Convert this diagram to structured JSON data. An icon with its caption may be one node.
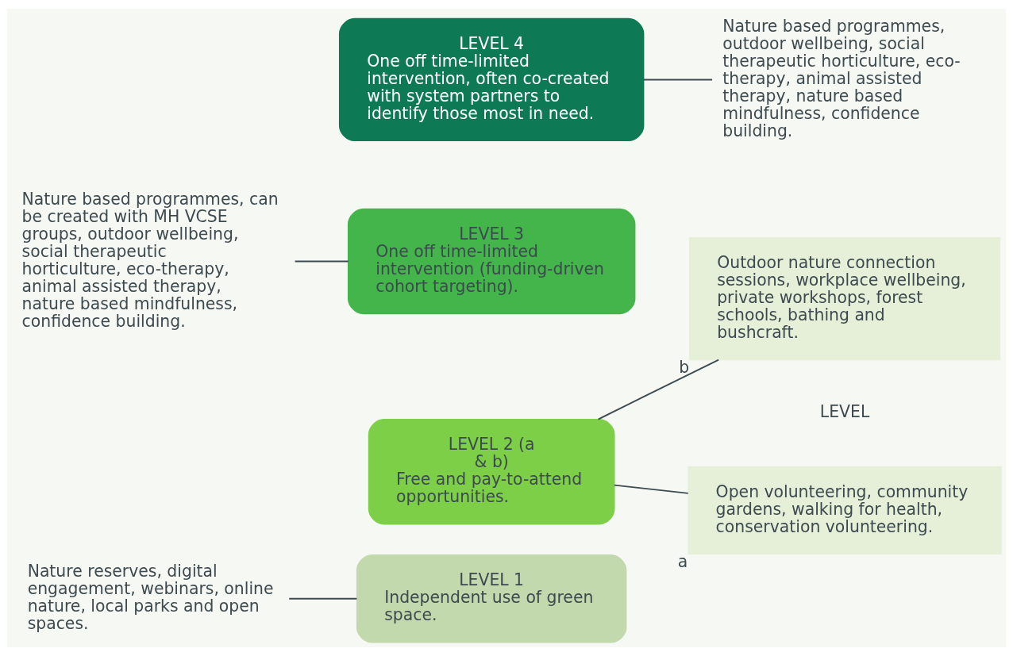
{
  "diagram": {
    "nodes": [
      {
        "text": [
          "LEVEL 1",
          "Independent use of green space."
        ]
      },
      {
        "text": [
          "Nature reserves, digital engagement, webinars, online nature, local parks and open spaces."
        ]
      },
      {
        "text": [
          "LEVEL 2 (a & b)",
          "Free and pay-to-attend opportunities."
        ]
      },
      {
        "text": [
          "Open volunteering, community gardens, walking for health, conservation volunteering."
        ],
        "beside": [
          "a"
        ]
      },
      {
        "text": [
          "Outdoor nature connection sessions, workplace wellbeing, private workshops, forest schools, bathing and bushcraft."
        ],
        "beside": [
          "b"
        ]
      },
      {
        "text": [
          "LEVEL 3",
          "One off time-limited intervention (funding-driven cohort targeting)."
        ]
      },
      {
        "text": [
          "Nature based programmes, can be created with MH VCSE groups, outdoor wellbeing, social therapeutic horticulture, eco-therapy, animal assisted therapy, nature based mindfulness, confidence building."
        ]
      },
      {
        "text": [
          "LEVEL 4",
          "One off time-limited intervention, often co-created with system partners to identify those most in need."
        ]
      },
      {
        "text": [
          "Nature based programmes, outdoor wellbeing, social therapeutic horticulture, eco-therapy, animal assisted therapy, nature based mindfulness, confidence building."
        ]
      }
    ],
    "edges": [
      {
        "from": 1,
        "to": 0,
        "arrow": "none"
      },
      {
        "from": 2,
        "to": 3,
        "arrow": "none"
      },
      {
        "from": 2,
        "to": 4,
        "arrow": "none"
      },
      {
        "from": 6,
        "to": 5,
        "arrow": "none"
      },
      {
        "from": 7,
        "to": 8,
        "arrow": "none"
      }
    ],
    "labels": [
      "LEVEL"
    ]
  }
}
